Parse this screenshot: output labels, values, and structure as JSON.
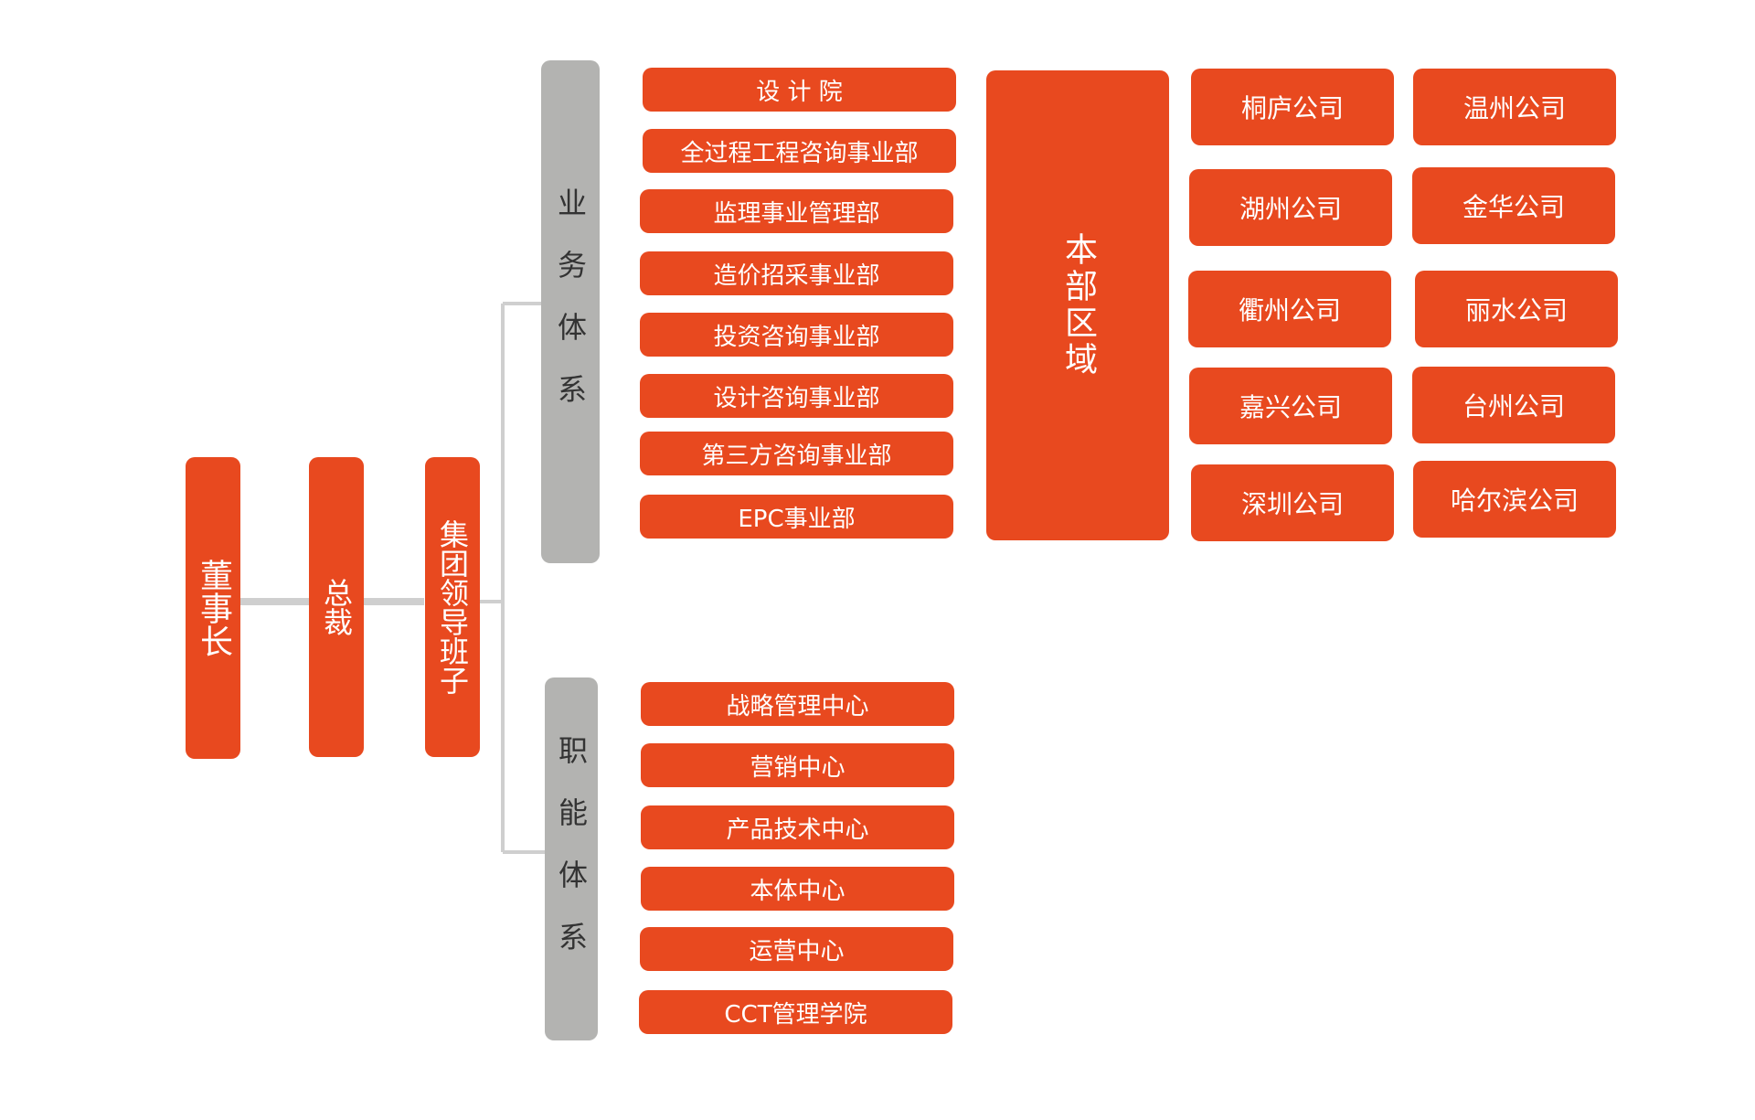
{
  "colors": {
    "accent": "#e8491f",
    "group_box": "#b3b3b1",
    "connector": "#cfcfcf"
  },
  "chain": {
    "chairman": "董事长",
    "president": "总裁",
    "leadership": "集团领导班子"
  },
  "business": {
    "label": "业务体系",
    "departments": [
      "设 计 院",
      "全过程工程咨询事业部",
      "监理事业管理部",
      "造价招采事业部",
      "投资咨询事业部",
      "设计咨询事业部",
      "第三方咨询事业部",
      "EPC事业部"
    ]
  },
  "region": {
    "label": "本部区域",
    "companies": [
      "桐庐公司",
      "温州公司",
      "湖州公司",
      "金华公司",
      "衢州公司",
      "丽水公司",
      "嘉兴公司",
      "台州公司",
      "深圳公司",
      "哈尔滨公司"
    ]
  },
  "functional": {
    "label": "职能体系",
    "centers": [
      "战略管理中心",
      "营销中心",
      "产品技术中心",
      "本体中心",
      "运营中心",
      "CCT管理学院"
    ]
  }
}
